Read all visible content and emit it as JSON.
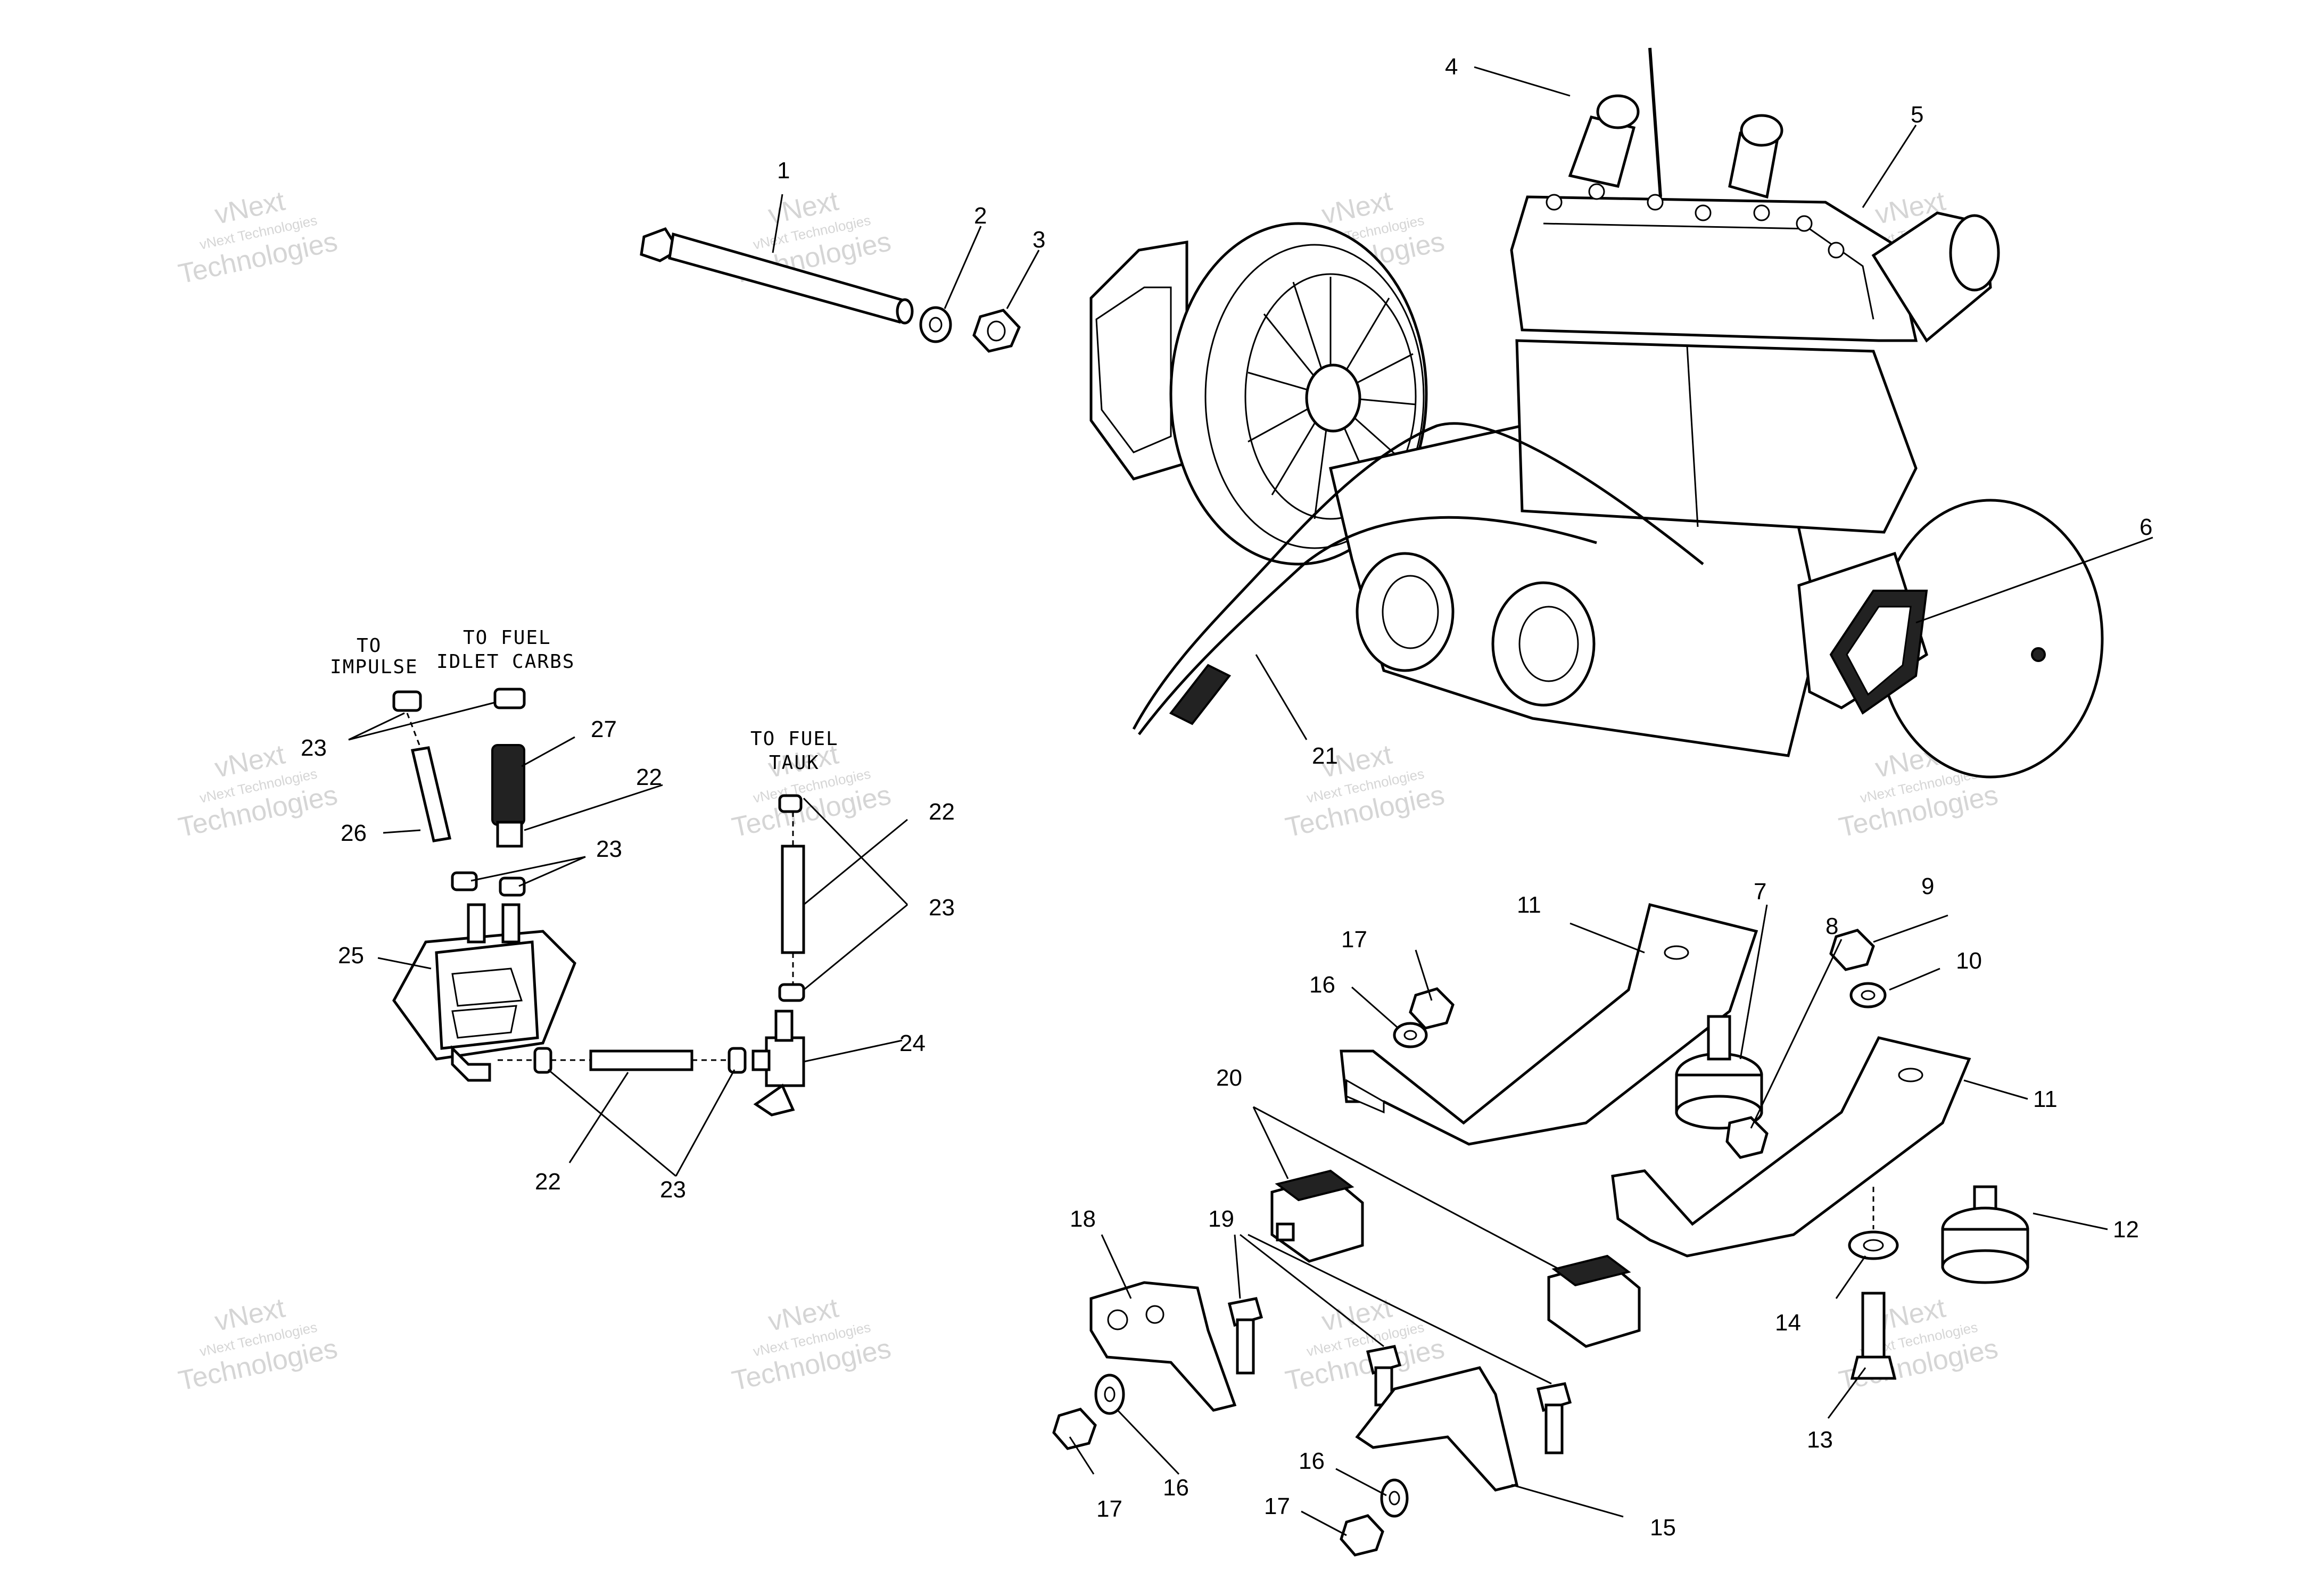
{
  "callouts": {
    "c1": "1",
    "c2": "2",
    "c3": "3",
    "c4": "4",
    "c5": "5",
    "c6": "6",
    "c7": "7",
    "c8": "8",
    "c9": "9",
    "c10": "10",
    "c11a": "11",
    "c11b": "11",
    "c12": "12",
    "c13": "13",
    "c14": "14",
    "c15": "15",
    "c16a": "16",
    "c16b": "16",
    "c16c": "16",
    "c17a": "17",
    "c17b": "17",
    "c17c": "17",
    "c18": "18",
    "c19": "19",
    "c20": "20",
    "c21": "21",
    "c22a": "22",
    "c22b": "22",
    "c22c": "22",
    "c23a": "23",
    "c23b": "23",
    "c23c": "23",
    "c23d": "23",
    "c24": "24",
    "c25": "25",
    "c26": "26",
    "c27": "27"
  },
  "notes": {
    "impulse_1": "TO",
    "impulse_2": "IMPULSE",
    "fuel_carbs_1": "TO FUEL",
    "fuel_carbs_2": "IDLET CARBS",
    "fuel_tank_1": "TO FUEL",
    "fuel_tank_2": "TAUK"
  },
  "watermark": {
    "line1": "vNext",
    "line2": "vNext Technologies",
    "line3": "Technologies"
  }
}
